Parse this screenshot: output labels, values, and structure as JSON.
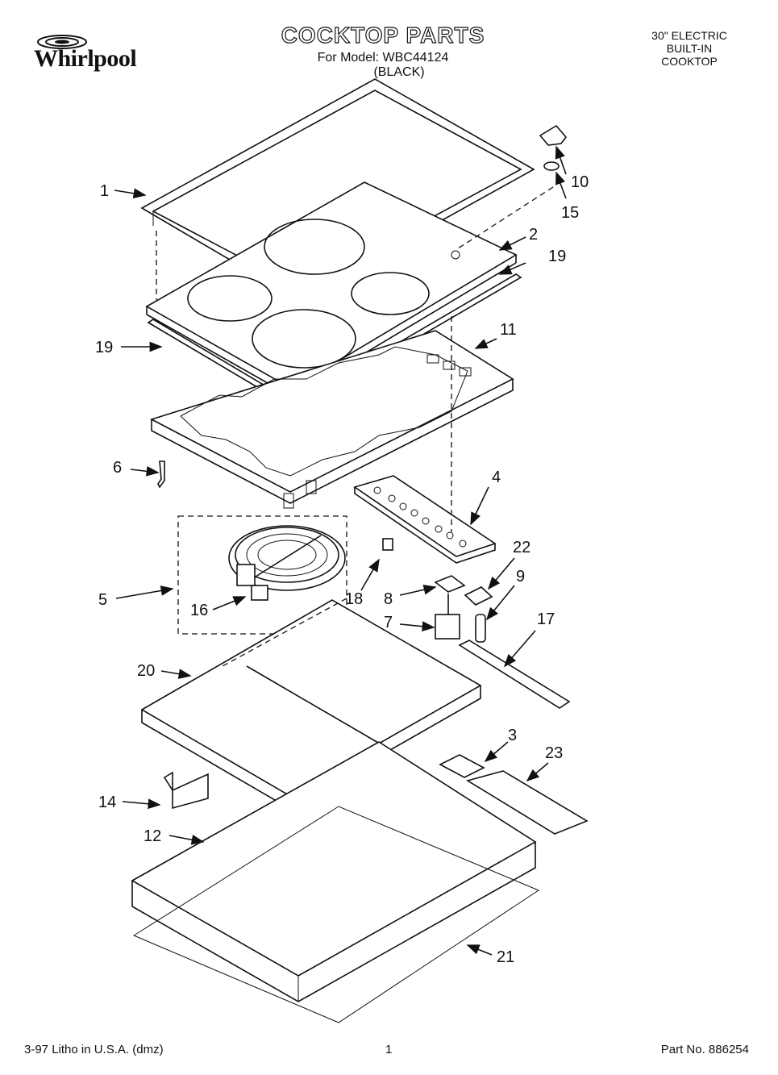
{
  "brand": "Whirlpool",
  "title": "COCKTOP PARTS",
  "model_label": "For Model: WBC44124",
  "color_label": "(BLACK)",
  "product_desc": [
    "30\" ELECTRIC",
    "BUILT-IN",
    "COOKTOP"
  ],
  "footer": {
    "left": "3-97 Litho in U.S.A. (dmz)",
    "page": "1",
    "part_no": "Part No. 886254"
  },
  "callouts": [
    "1",
    "2",
    "3",
    "4",
    "5",
    "6",
    "7",
    "8",
    "9",
    "10",
    "11",
    "12",
    "14",
    "15",
    "16",
    "17",
    "18",
    "19",
    "19",
    "20",
    "21",
    "22",
    "23"
  ]
}
